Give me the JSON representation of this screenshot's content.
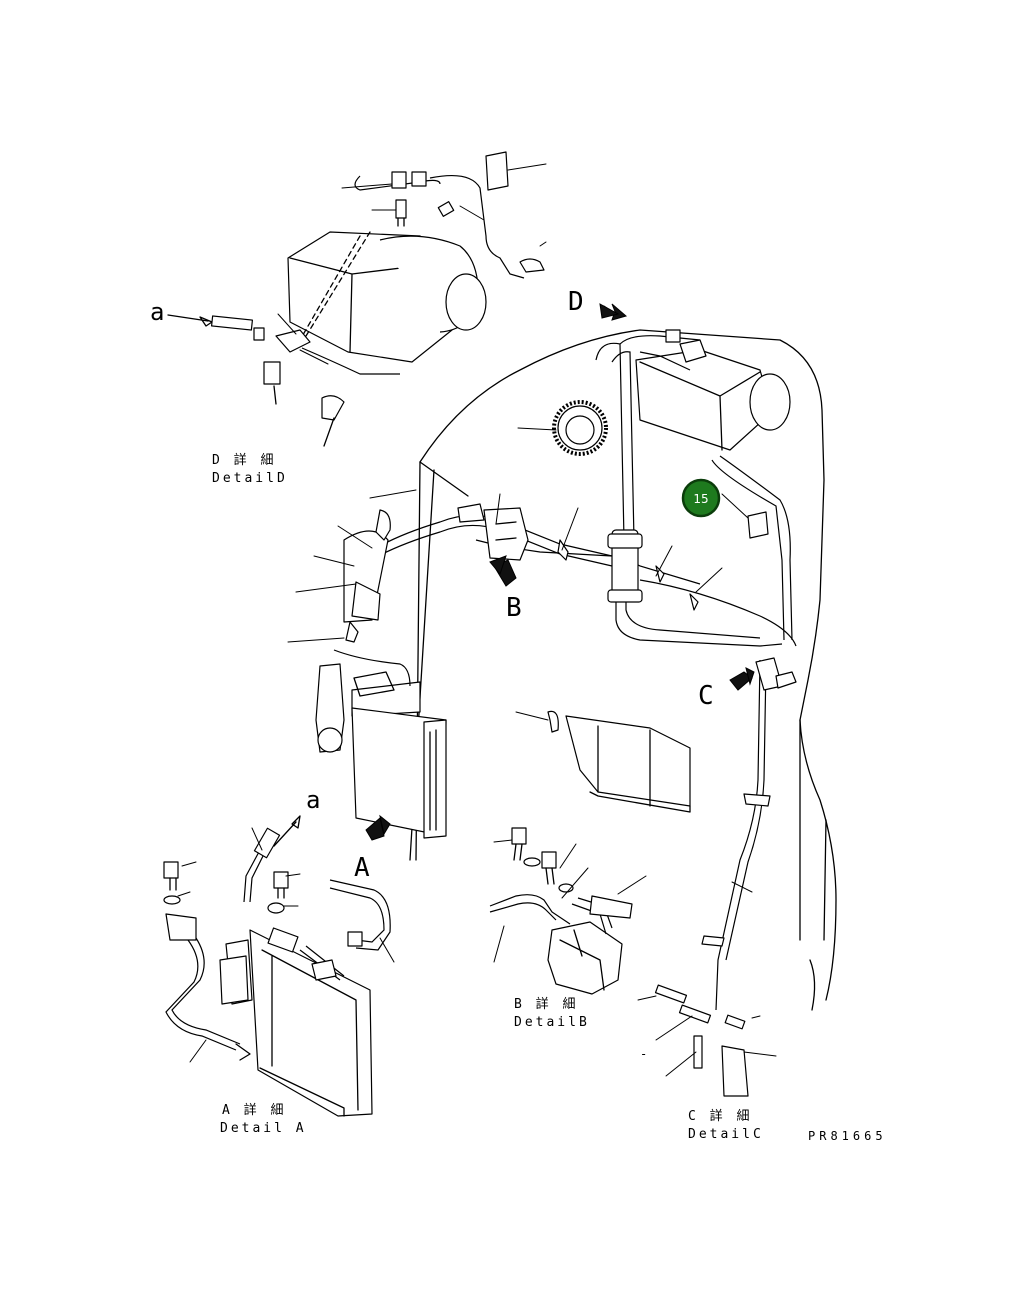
{
  "drawing": {
    "view_labels": {
      "d": "D",
      "b": "B",
      "c": "C",
      "a": "A",
      "a_lower_top": "a",
      "a_lower_mid": "a"
    },
    "detail_captions": {
      "detail_d_jp": "D 詳 細",
      "detail_d_en": "DetailD",
      "detail_a_jp": "A 詳 細",
      "detail_a_en": "Detail A",
      "detail_b_jp": "B 詳 細",
      "detail_b_en": "DetailB",
      "detail_c_jp": "C 詳 細",
      "detail_c_en": "DetailC"
    },
    "drawing_number": "PR81665",
    "callout": {
      "label": "15",
      "fill": "#1e7a1e",
      "ring": "#0b3d0b"
    },
    "dash_mark": "-"
  }
}
